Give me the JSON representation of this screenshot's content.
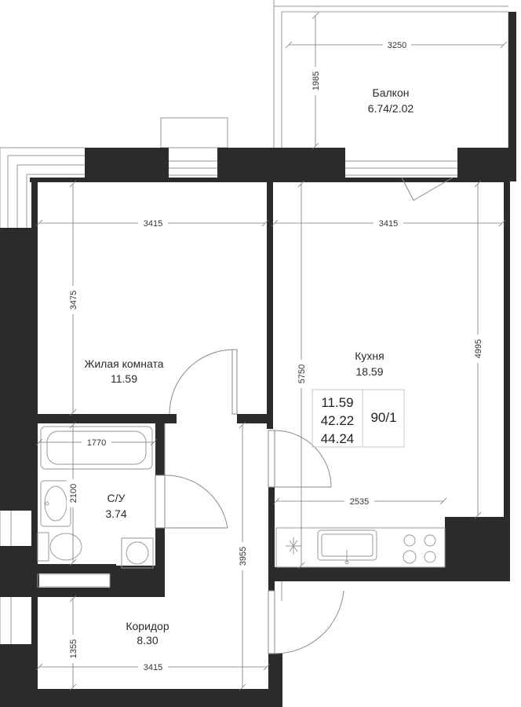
{
  "rooms": {
    "living": {
      "name": "Жилая комната",
      "area": "11.59"
    },
    "kitchen": {
      "name": "Кухня",
      "area": "18.59"
    },
    "balcony": {
      "name": "Балкон",
      "area": "6.74/2.02"
    },
    "bathroom": {
      "name": "С/У",
      "area": "3.74"
    },
    "corridor": {
      "name": "Коридор",
      "area": "8.30"
    }
  },
  "dimensions": {
    "balcony_width": "3250",
    "balcony_depth": "1985",
    "living_width": "3415",
    "living_depth": "3475",
    "kitchen_width": "3415",
    "kitchen_depth_left": "5750",
    "kitchen_depth_right": "4995",
    "kitchen_counter": "2535",
    "bath_width": "1770",
    "bath_depth": "2100",
    "corridor_length": "3955",
    "corridor_depth": "1355",
    "corridor_width": "3415"
  },
  "summary": {
    "living_area": "11.59",
    "total_area": "42.22",
    "total_with_balcony": "44.24",
    "ratio": "90/1"
  },
  "colors": {
    "wall": "#2b2b2b",
    "line": "#9a9a9a",
    "dim_line": "#777777"
  }
}
